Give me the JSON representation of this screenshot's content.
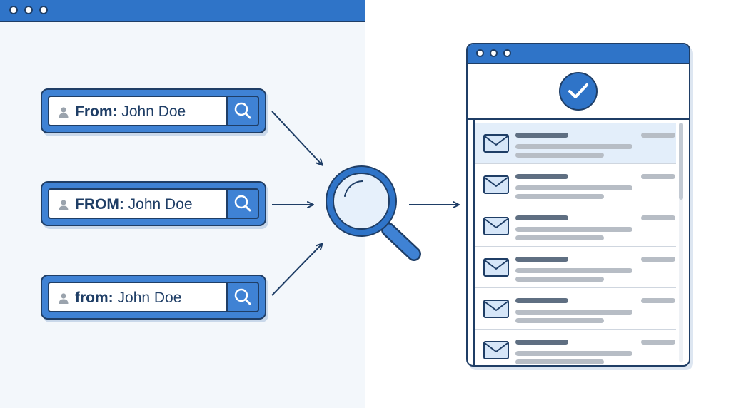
{
  "colors": {
    "accent": "#2f74c8",
    "outline": "#1f3e66",
    "panel_bg": "#f3f7fb",
    "row_selected": "#e3eefa"
  },
  "search_queries": [
    {
      "field": "From:",
      "value": "John Doe"
    },
    {
      "field": "FROM:",
      "value": "John Doe"
    },
    {
      "field": "from:",
      "value": "John Doe"
    }
  ],
  "icons": {
    "window_controls": "three-dots",
    "query_user": "person-icon",
    "query_search": "magnifier-icon",
    "center": "magnifying-glass-icon",
    "result_status": "checkmark-circle-icon",
    "result_item": "envelope-icon"
  },
  "results": {
    "selected_index": 0,
    "rows": [
      {
        "selected": true
      },
      {
        "selected": false
      },
      {
        "selected": false
      },
      {
        "selected": false
      },
      {
        "selected": false
      },
      {
        "selected": false
      }
    ]
  }
}
